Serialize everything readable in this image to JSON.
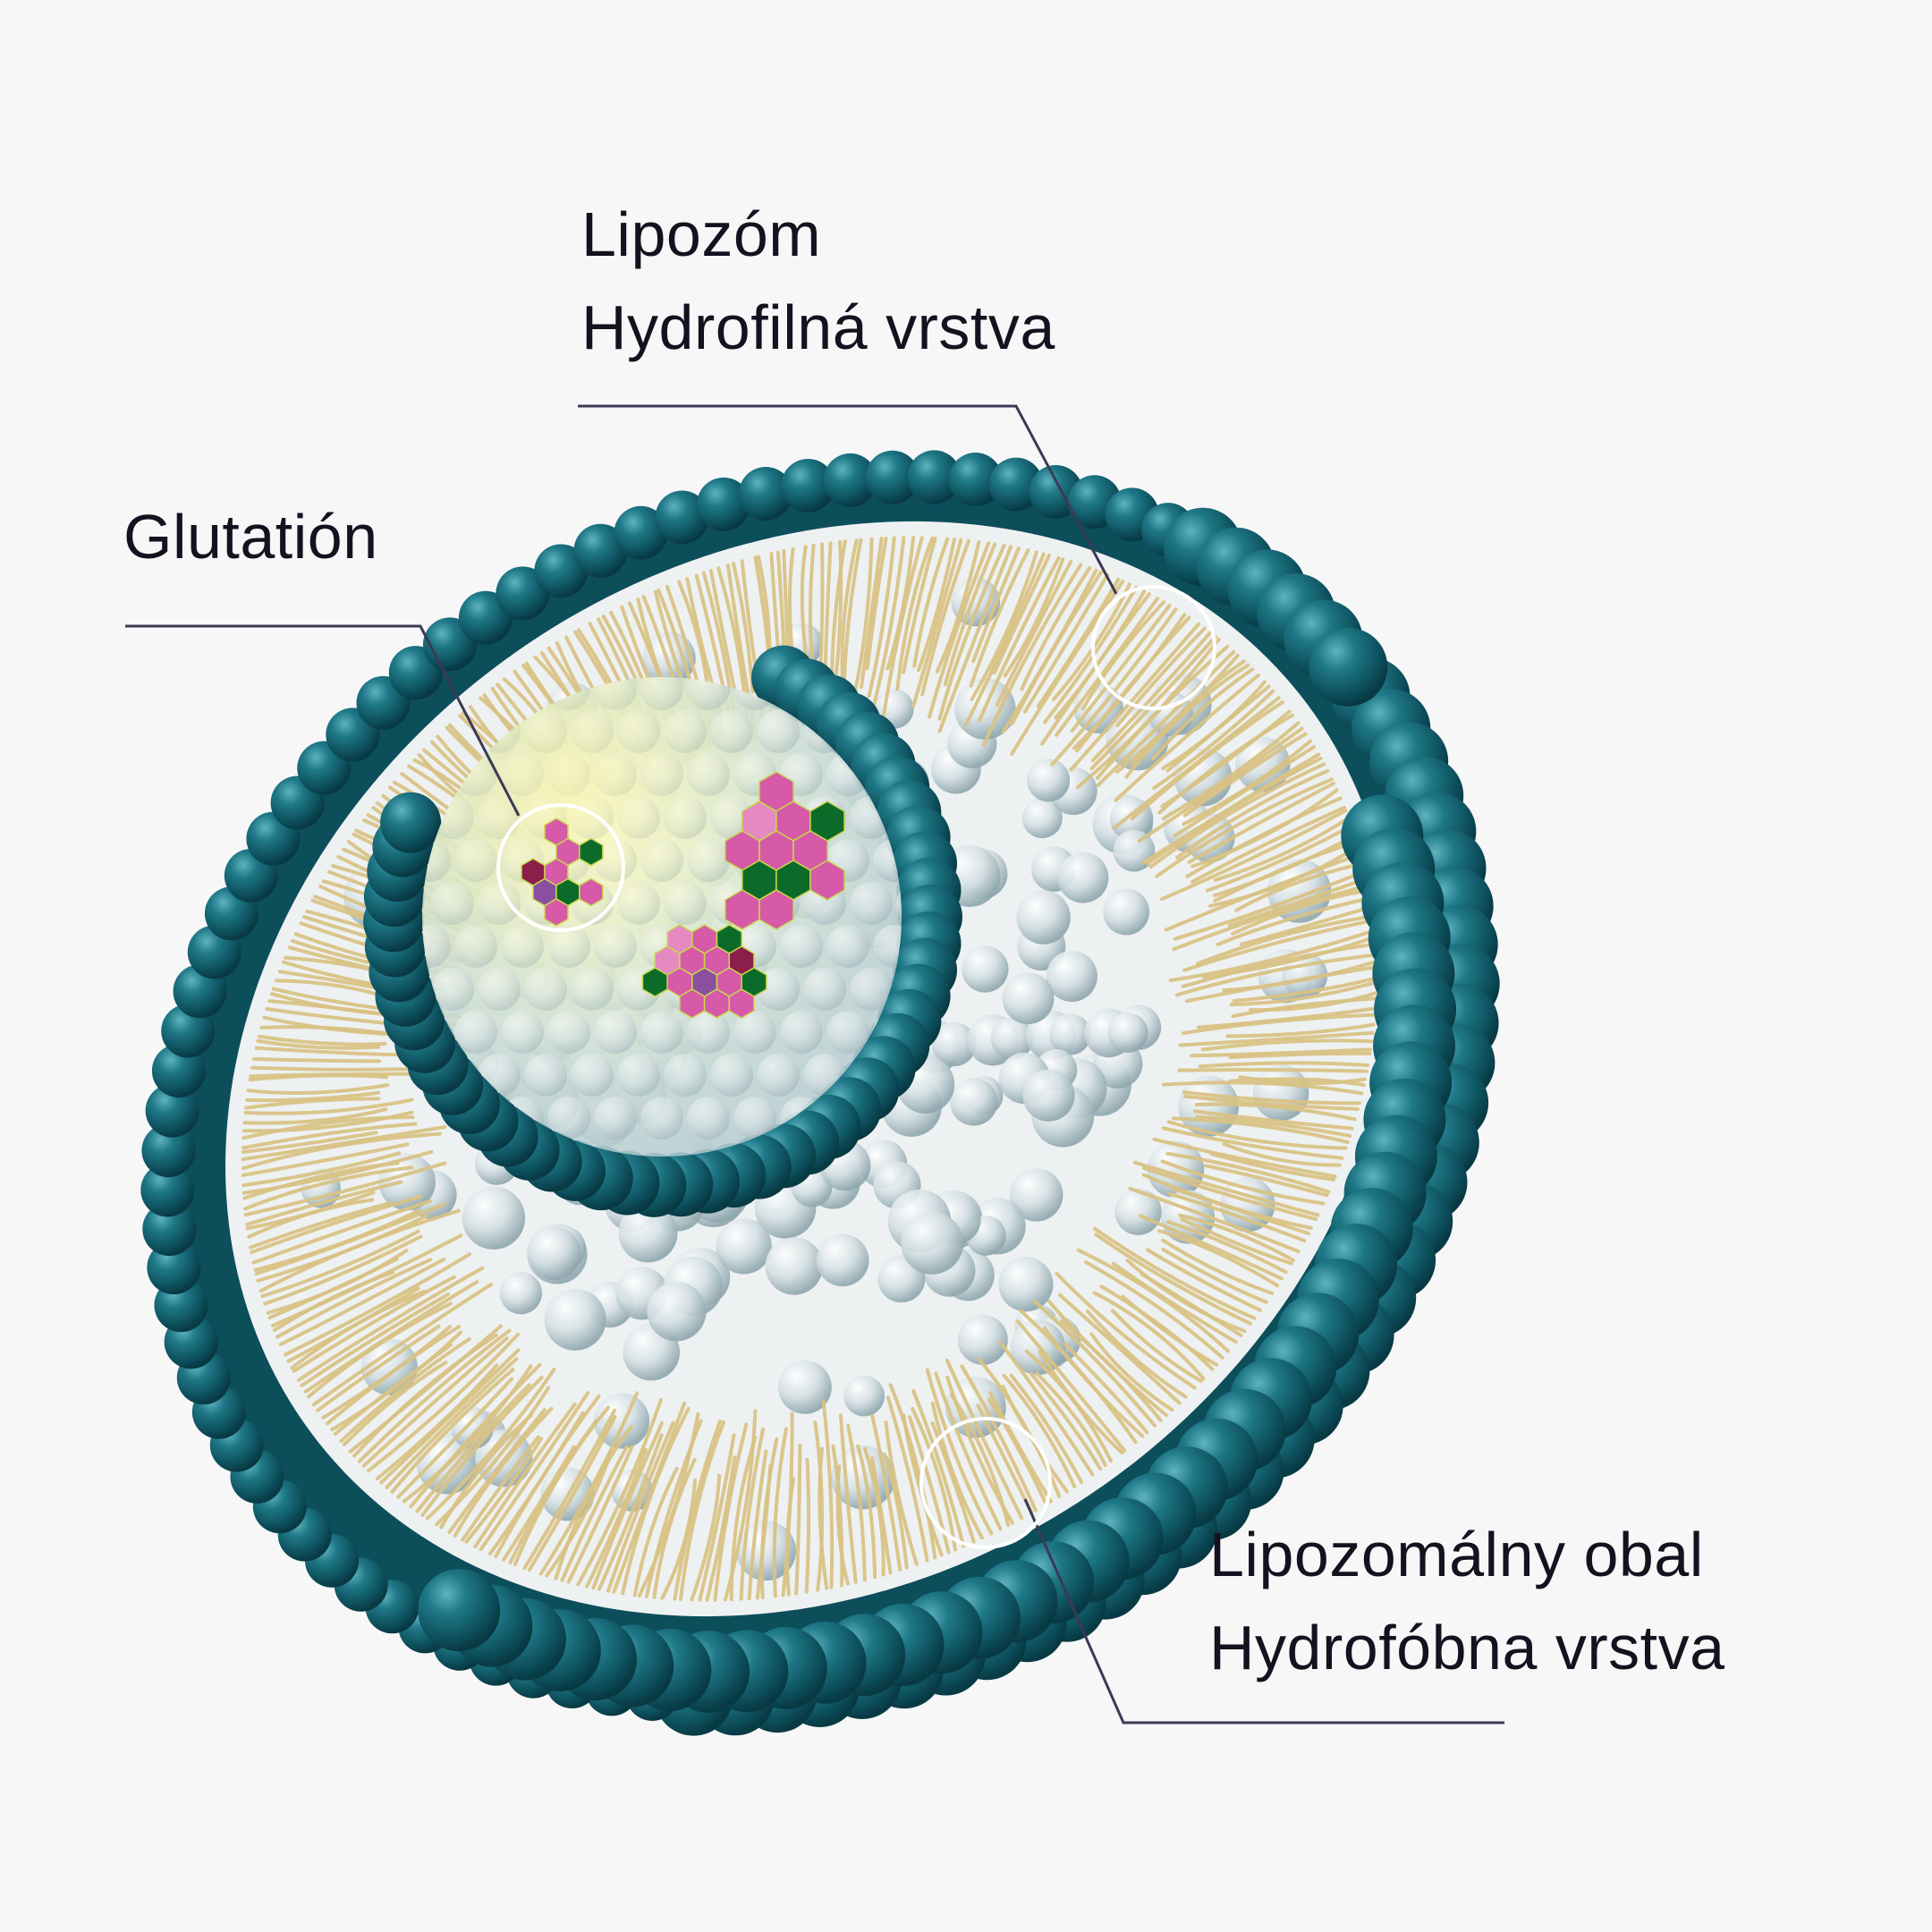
{
  "labels": {
    "liposome": {
      "line1": "Lipozóm",
      "line2": "Hydrofilná vrstva"
    },
    "glutathione": {
      "line1": "Glutatión"
    },
    "shell": {
      "line1": "Lipozomálny obal",
      "line2": "Hydrofóbna vrstva"
    }
  },
  "colors": {
    "background": "#f7f7f8",
    "head_dark": "#0b4652",
    "head_mid": "#176b7a",
    "head_light": "#3f9aa8",
    "tail": "#d8c285",
    "core_bubble": "#b9c9cf",
    "glutathione_pink": "#d65aa8",
    "glutathione_light_pink": "#e58ac0",
    "glutathione_green": "#0d6b2a",
    "glutathione_purple": "#8a4fa0",
    "glutathione_maroon": "#8b1e4a",
    "callout_line": "#3b3a55"
  }
}
